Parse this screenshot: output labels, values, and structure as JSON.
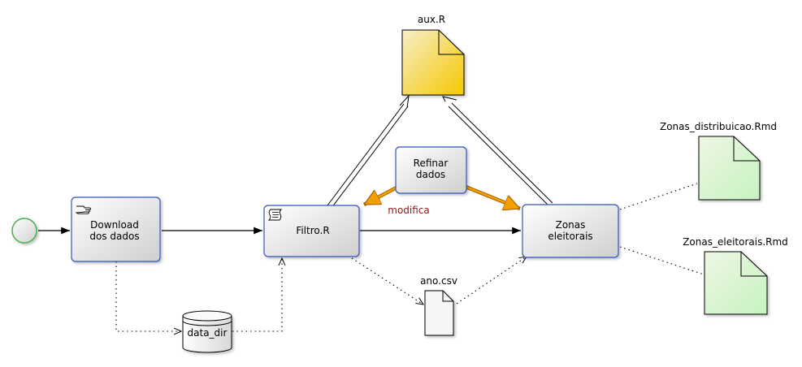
{
  "tasks": {
    "download": {
      "line1": "Download",
      "line2": "dos dados"
    },
    "filtro": {
      "label": "Filtro.R"
    },
    "zonas": {
      "line1": "Zonas",
      "line2": "eleitorais"
    },
    "refinar": {
      "line1": "Refinar",
      "line2": "dados"
    }
  },
  "artifacts": {
    "aux": {
      "label": "aux.R"
    },
    "ano": {
      "label": "ano.csv"
    },
    "zonas_dist": {
      "label": "Zonas_distribuicao.Rmd"
    },
    "zonas_ele": {
      "label": "Zonas_eleitorais.Rmd"
    },
    "data_dir": {
      "label": "data_dir"
    }
  },
  "annotations": {
    "modifica": "modifica"
  },
  "colors": {
    "task_border": "#3355bb",
    "start_event": "#4caf50",
    "aux_file": "#f5c800",
    "rmd_file": "#c8f0c0",
    "orange_flow": "#e08a00",
    "label_red": "#8b1a1a"
  }
}
